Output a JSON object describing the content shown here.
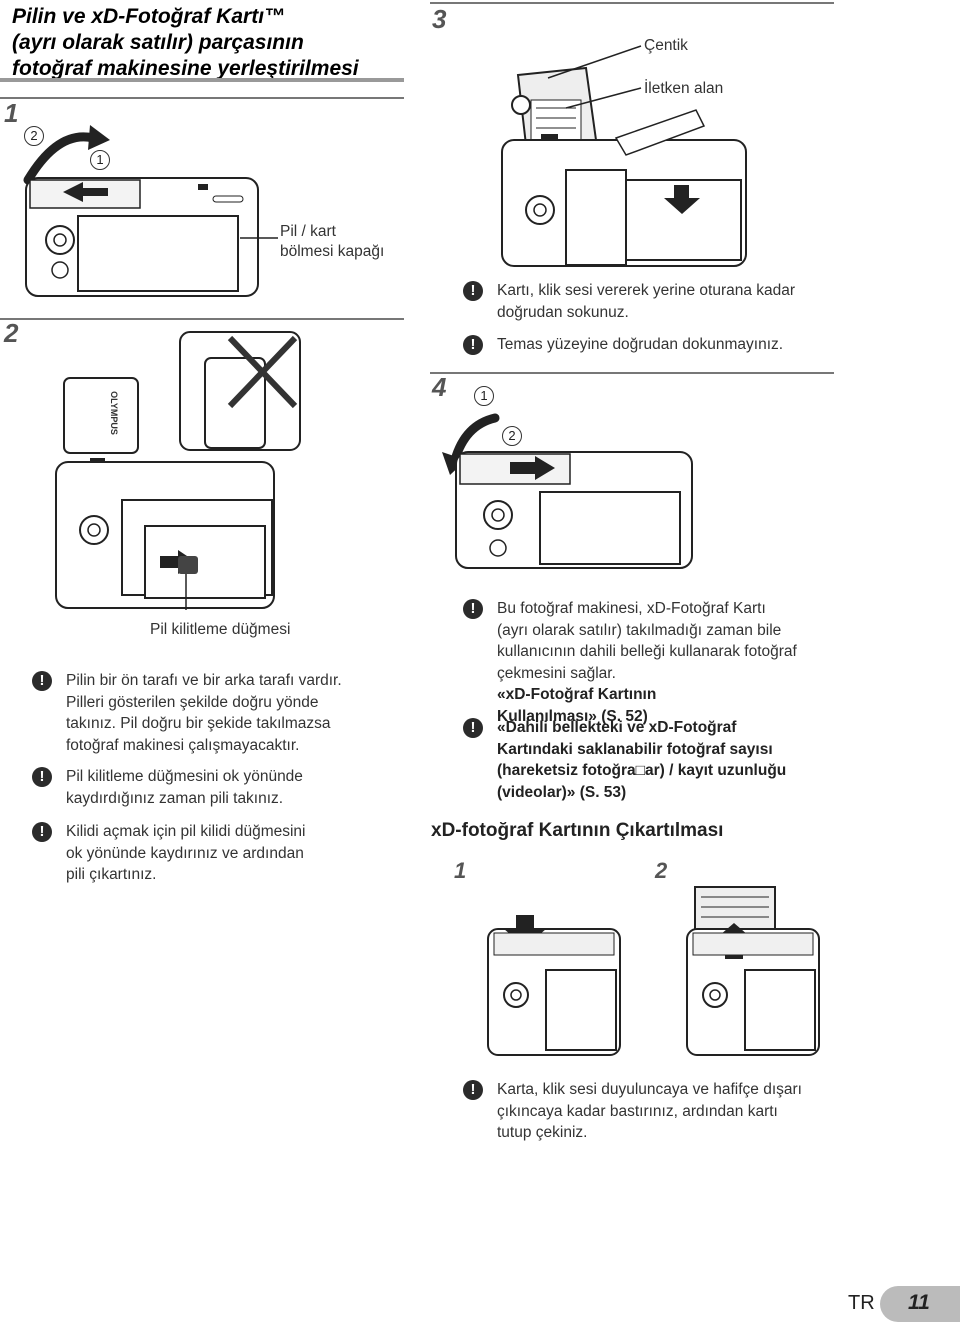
{
  "title": {
    "line1": "Pilin ve xD-Fotoğraf Kartı™",
    "line2": "(ayrı olarak satılır) parçasının",
    "line3": "fotoğraf makinesine yerleştirilmesi"
  },
  "steps": {
    "s1": "1",
    "s2": "2",
    "s3": "3",
    "s4": "4",
    "card_removal_1": "1",
    "card_removal_2": "2"
  },
  "callouts": {
    "c1": "1",
    "c2": "2"
  },
  "labels": {
    "battery_door": "Pil / kart\nbölmesi kapağı",
    "notch": "Çentik",
    "contact_area": "İletken alan",
    "battery_lock": "Pil kilitleme düğmesi",
    "battery_brand": "OLYMPUS"
  },
  "notes_left": [
    "Pilin bir ön tarafı ve bir arka tarafı vardır.\nPilleri gösterilen şekilde doğru yönde\ntakınız. Pil doğru bir şekide takılmazsa\nfotoğraf makinesi çalışmayacaktır.",
    "Pil kilitleme düğmesini ok yönünde\nkaydırdığınız zaman pili takınız.",
    "Kilidi açmak için pil kilidi düğmesini\nok yönünde kaydırınız ve ardından\npili çıkartınız."
  ],
  "notes_step3": [
    "Kartı, klik sesi vererek yerine oturana kadar\ndoğrudan sokunuz.",
    "Temas yüzeyine doğrudan dokunmayınız."
  ],
  "notes_right": {
    "n1_text": "Bu fotoğraf makinesi, xD-Fotoğraf Kartı\n(ayrı olarak satılır) takılmadığı zaman bile\nkullanıcının dahili belleği kullanarak fotoğraf\nçekmesini sağlar.",
    "n1_bold": "«xD-Fotoğraf Kartının\nKullanılması» (S. 52)",
    "n2_bold": "«Dahili bellekteki ve xD-Fotoğraf\nKartındaki saklanabilir fotoğraf sayısı\n(hareketsiz fotoğra□ar) / kayıt uzunluğu\n(videolar)» (S. 53)"
  },
  "removal": {
    "heading": "xD-fotoğraf Kartının Çıkartılması",
    "note": "Karta, klik sesi duyuluncaya ve hafifçe dışarı\nçıkıncaya kadar bastırınız, ardından kartı\ntutup çekiniz."
  },
  "footer": {
    "lang": "TR",
    "page": "11"
  },
  "warning_symbol": "!"
}
